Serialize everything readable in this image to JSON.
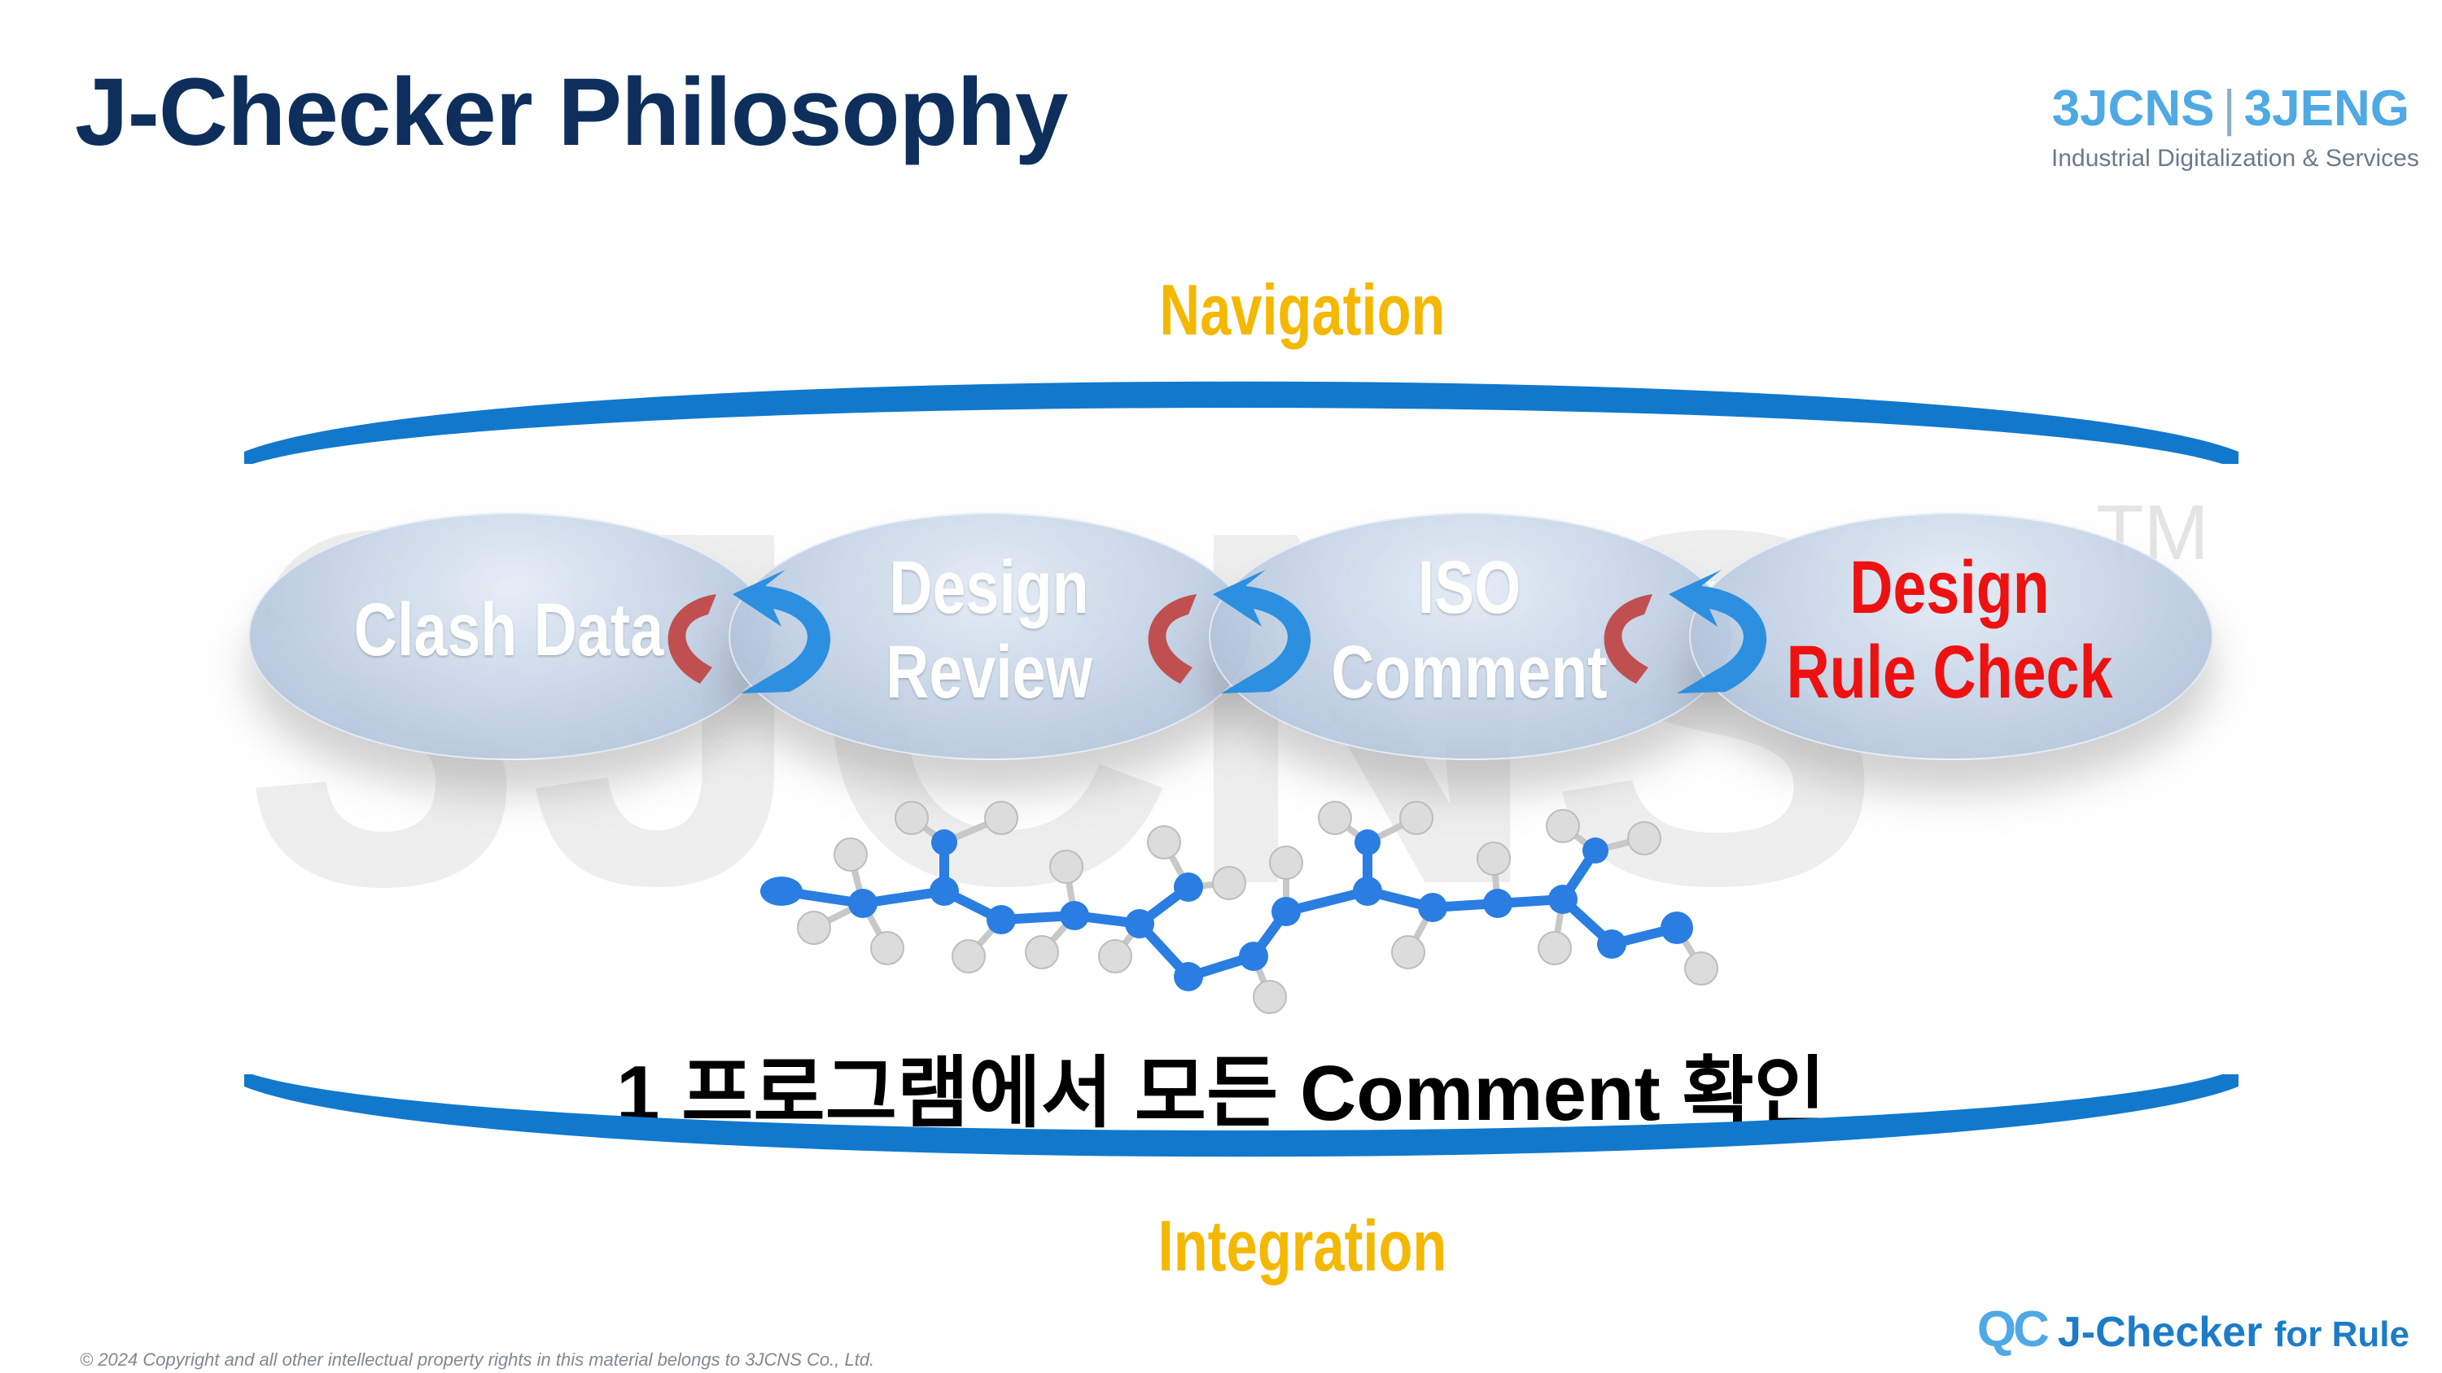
{
  "slide": {
    "title": "J-Checker Philosophy",
    "brand_primary": "3JCNS",
    "brand_separator": "|",
    "brand_secondary": "3JENG",
    "brand_tagline": "Industrial Digitalization & Services",
    "watermark_text": "3JCNS",
    "watermark_tm": "TM",
    "top_label": "Navigation",
    "bottom_label": "Integration",
    "steps": [
      {
        "line1": "Clash Data",
        "line2": ""
      },
      {
        "line1": "Design",
        "line2": "Review"
      },
      {
        "line1": "ISO",
        "line2": "Comment"
      },
      {
        "line1": "Design",
        "line2": "Rule Check"
      }
    ],
    "main_message": "1 프로그램에서 모든 Comment 확인",
    "copyright": "© 2024 Copyright and all other intellectual property rights in this material belongs to 3JCNS Co., Ltd.",
    "product_logo_mark": "QC",
    "product_name": "J-Checker",
    "product_suffix": "for Rule"
  },
  "colors": {
    "title": "#0e2f5c",
    "brand": "#4fa9e4",
    "label_gold": "#f4b800",
    "band_blue": "#1178cc",
    "highlight_red": "#ee1111",
    "molecule_blue": "#2a7de1"
  },
  "icons": [
    "cycle-arrow-icon",
    "molecule-illustration"
  ]
}
